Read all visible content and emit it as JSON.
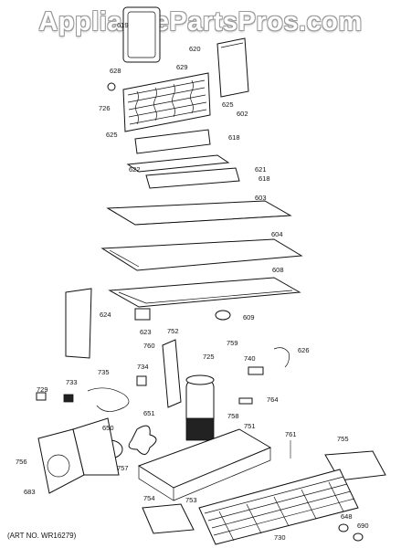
{
  "watermark": "AppliancePartsPros.com",
  "art_number": "(ART NO. WR16279)",
  "callouts": [
    "619",
    "620",
    "628",
    "629",
    "726",
    "625",
    "602",
    "625",
    "618",
    "622",
    "621",
    "618",
    "603",
    "604",
    "608",
    "624",
    "623",
    "609",
    "752",
    "760",
    "759",
    "725",
    "626",
    "740",
    "764",
    "729",
    "733",
    "735",
    "734",
    "651",
    "650",
    "758",
    "751",
    "761",
    "755",
    "756",
    "757",
    "683",
    "754",
    "753",
    "730",
    "648",
    "690"
  ]
}
